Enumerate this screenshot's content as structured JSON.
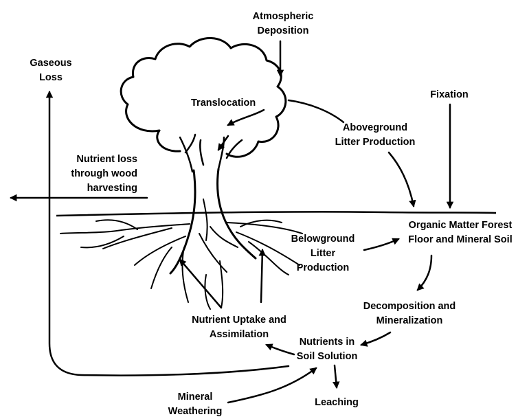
{
  "labels": {
    "atmospheric_deposition": [
      "Atmospheric",
      "Deposition"
    ],
    "gaseous_loss": [
      "Gaseous",
      "Loss"
    ],
    "translocation": [
      "Translocation"
    ],
    "fixation": [
      "Fixation"
    ],
    "aboveground_litter": [
      "Aboveground",
      "Litter Production"
    ],
    "nutrient_loss_wood": [
      "Nutrient loss",
      "through wood",
      "harvesting"
    ],
    "organic_matter": [
      "Organic Matter Forest",
      "Floor and Mineral Soil"
    ],
    "belowground_litter": [
      "Belowground",
      "Litter",
      "Production"
    ],
    "decomposition": [
      "Decomposition and",
      "Mineralization"
    ],
    "nutrient_uptake": [
      "Nutrient Uptake and",
      "Assimilation"
    ],
    "nutrients_soil": [
      "Nutrients in",
      "Soil Solution"
    ],
    "mineral_weathering": [
      "Mineral",
      "Weathering"
    ],
    "leaching": [
      "Leaching"
    ]
  },
  "colors": {
    "ink": "#000000",
    "background": "#ffffff"
  }
}
